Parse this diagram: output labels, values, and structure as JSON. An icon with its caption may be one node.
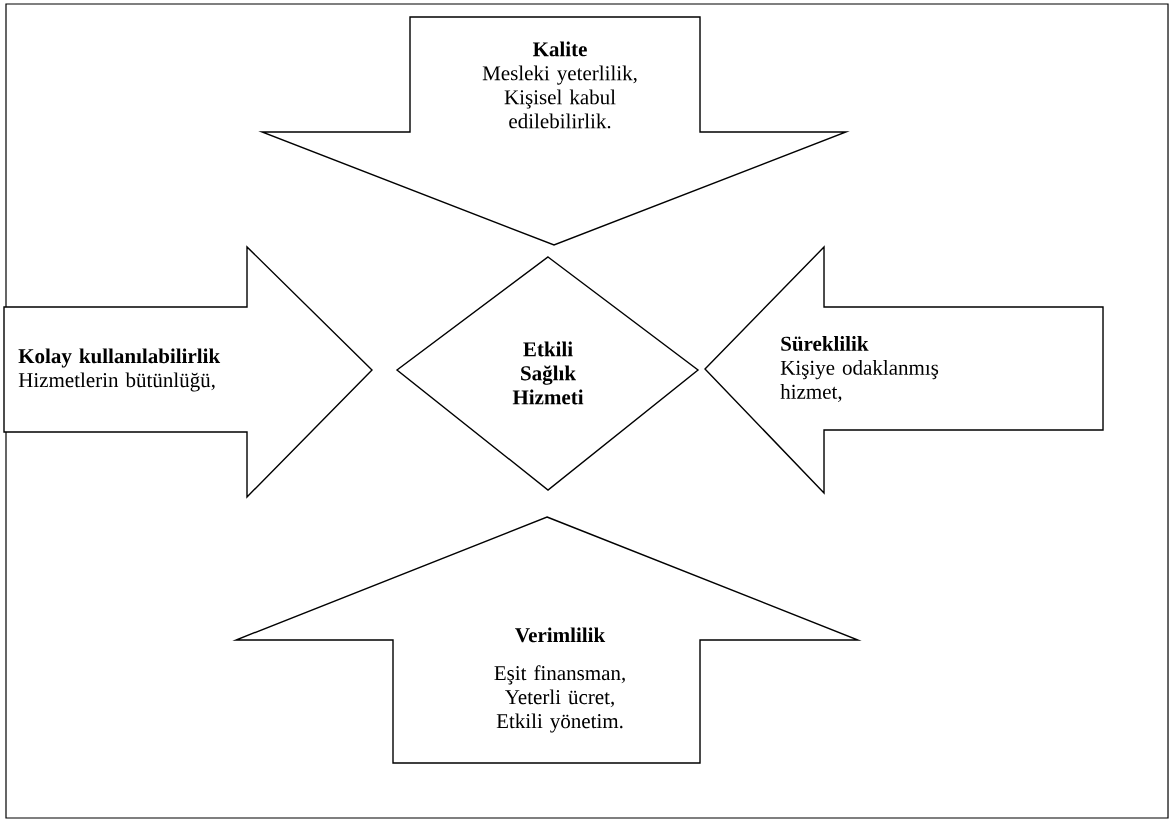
{
  "diagram": {
    "nodes": [
      {
        "text": [
          "Kalite",
          "Mesleki yeterlilik, Kişisel kabul edilebilirlik."
        ]
      },
      {
        "text": [
          "Kolay kullanılabilirlik",
          "Hizmetlerin bütünlüğü,"
        ]
      },
      {
        "text": [
          "Etkili Sağlık Hizmeti"
        ]
      },
      {
        "text": [
          "Süreklilik",
          "Kişiye odaklanmış hizmet,"
        ]
      },
      {
        "text": [
          "Verimlilik",
          "Eşit finansman, Yeterli ücret, Etkili yönetim."
        ]
      }
    ]
  }
}
